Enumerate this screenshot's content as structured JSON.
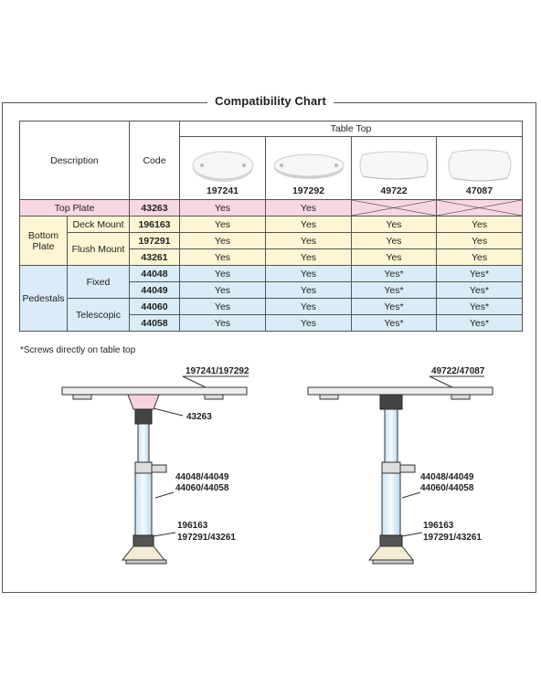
{
  "title": "Compatibility Chart",
  "table": {
    "description_label": "Description",
    "code_label": "Code",
    "table_top_label": "Table Top",
    "tops": [
      "197241",
      "197292",
      "49722",
      "47087"
    ],
    "top_plate": {
      "label": "Top Plate",
      "code": "43263",
      "values": [
        "Yes",
        "Yes",
        "",
        ""
      ]
    },
    "bottom_plate": {
      "label_line1": "Bottom",
      "label_line2": "Plate",
      "deck_mount": "Deck Mount",
      "flush_mount": "Flush Mount",
      "rows": [
        {
          "code": "196163",
          "values": [
            "Yes",
            "Yes",
            "Yes",
            "Yes"
          ]
        },
        {
          "code": "197291",
          "values": [
            "Yes",
            "Yes",
            "Yes",
            "Yes"
          ]
        },
        {
          "code": "43261",
          "values": [
            "Yes",
            "Yes",
            "Yes",
            "Yes"
          ]
        }
      ]
    },
    "pedestals": {
      "label": "Pedestals",
      "fixed": "Fixed",
      "telescopic": "Telescopic",
      "rows": [
        {
          "code": "44048",
          "values": [
            "Yes",
            "Yes",
            "Yes*",
            "Yes*"
          ]
        },
        {
          "code": "44049",
          "values": [
            "Yes",
            "Yes",
            "Yes*",
            "Yes*"
          ]
        },
        {
          "code": "44060",
          "values": [
            "Yes",
            "Yes",
            "Yes*",
            "Yes*"
          ]
        },
        {
          "code": "44058",
          "values": [
            "Yes",
            "Yes",
            "Yes*",
            "Yes*"
          ]
        }
      ]
    }
  },
  "footnote": "*Screws directly on table top",
  "diagram_left": {
    "top_label": "197241/197292",
    "plate_label": "43263",
    "pedestal_label1": "44048/44049",
    "pedestal_label2": "44060/44058",
    "base_label1": "196163",
    "base_label2": "197291/43261"
  },
  "diagram_right": {
    "top_label": "49722/47087",
    "pedestal_label1": "44048/44049",
    "pedestal_label2": "44060/44058",
    "base_label1": "196163",
    "base_label2": "197291/43261"
  },
  "colors": {
    "top_plate_row": "#f8d7e4",
    "bottom_plate_rows": "#fdf5d3",
    "pedestal_rows": "#d9ecf7"
  }
}
